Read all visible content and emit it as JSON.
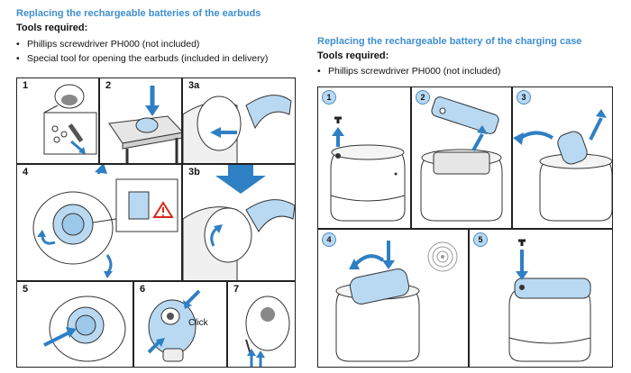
{
  "earbuds": {
    "title": "Replacing the rechargeable batteries of the earbuds",
    "tools_label": "Tools required:",
    "tools": [
      "Phillips screwdriver PH000 (not included)",
      "Special tool for opening the earbuds (included in delivery)"
    ],
    "steps": [
      "1",
      "2",
      "3a",
      "3b",
      "4",
      "5",
      "6",
      "7"
    ],
    "click_label": "Click"
  },
  "case": {
    "title": "Replacing the rechargeable battery of the charging case",
    "tools_label": "Tools required:",
    "tools": [
      "Phillips screwdriver PH000 (not included)"
    ],
    "steps": [
      "1",
      "2",
      "3",
      "4",
      "5"
    ]
  },
  "colors": {
    "accent": "#3f8fd0",
    "fill": "#b9d9f2",
    "arrow": "#2f7fc4",
    "warning": "#d9261c"
  }
}
